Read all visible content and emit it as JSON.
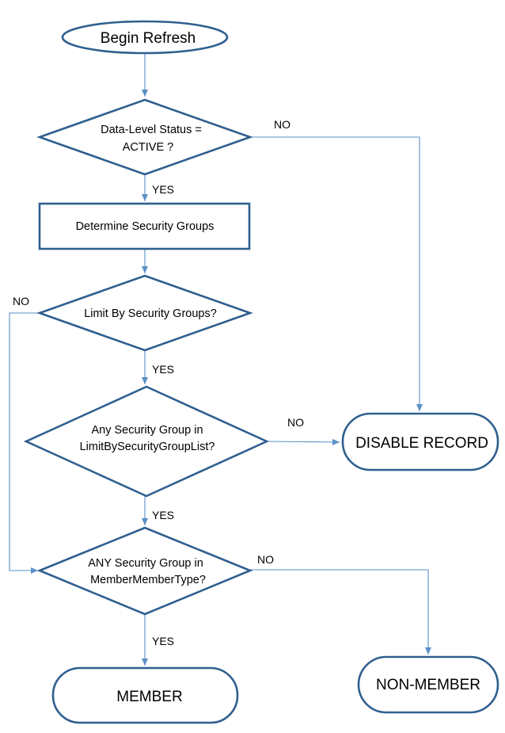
{
  "nodes": {
    "begin": {
      "text": "Begin Refresh"
    },
    "status_check": {
      "line1": "Data-Level Status =",
      "line2": "ACTIVE ?"
    },
    "determine_groups": {
      "text": "Determine Security Groups"
    },
    "limit_check": {
      "text": "Limit By Security Groups?"
    },
    "any_in_list": {
      "line1": "Any Security Group in",
      "line2": "LimitBySecurityGroupList?"
    },
    "any_in_member_type": {
      "line1": "ANY Security Group in",
      "line2": "MemberMemberType?"
    },
    "disable_record": {
      "text": "DISABLE RECORD"
    },
    "member": {
      "text": "MEMBER"
    },
    "non_member": {
      "text": "NON-MEMBER"
    }
  },
  "edges": {
    "status_yes": "YES",
    "status_no": "NO",
    "limit_no": "NO",
    "limit_yes": "YES",
    "list_no": "NO",
    "list_yes": "YES",
    "member_type_no": "NO",
    "member_type_yes": "YES"
  },
  "colors": {
    "shape_stroke": "#2f5f8f",
    "edge_stroke": "#5b8fc7"
  }
}
